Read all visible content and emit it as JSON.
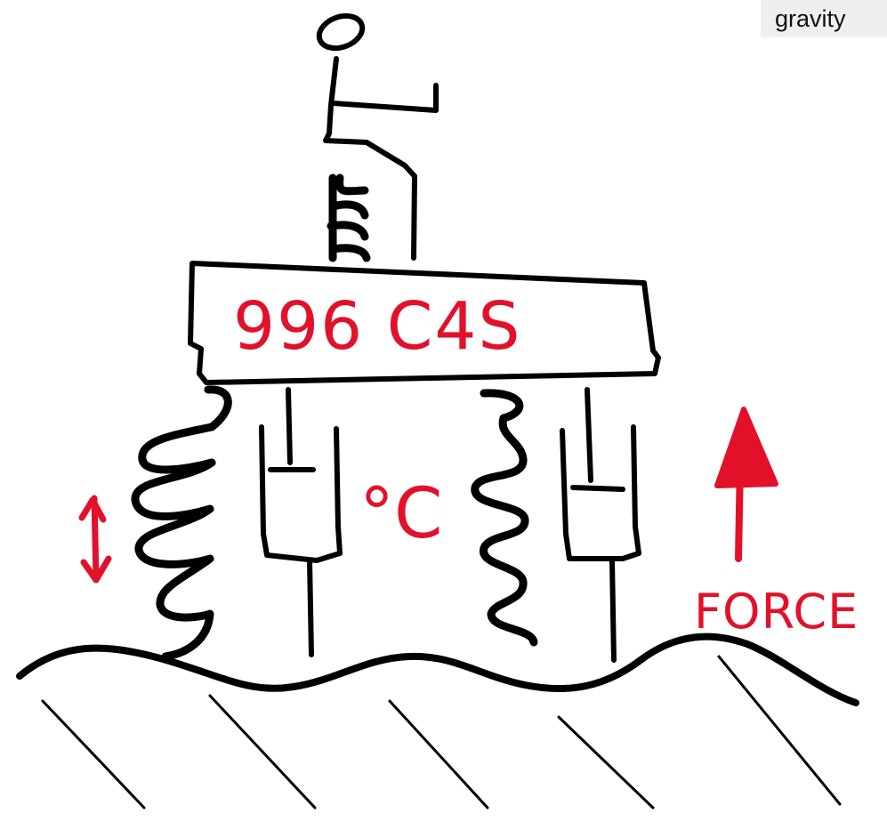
{
  "tag_label": "gravity",
  "block_label": "996 C4S",
  "temperature_label": "°C",
  "force_label": "FORCE",
  "colors": {
    "ink": "#000000",
    "accent": "#e3102a",
    "tag_background": "#efefef"
  }
}
